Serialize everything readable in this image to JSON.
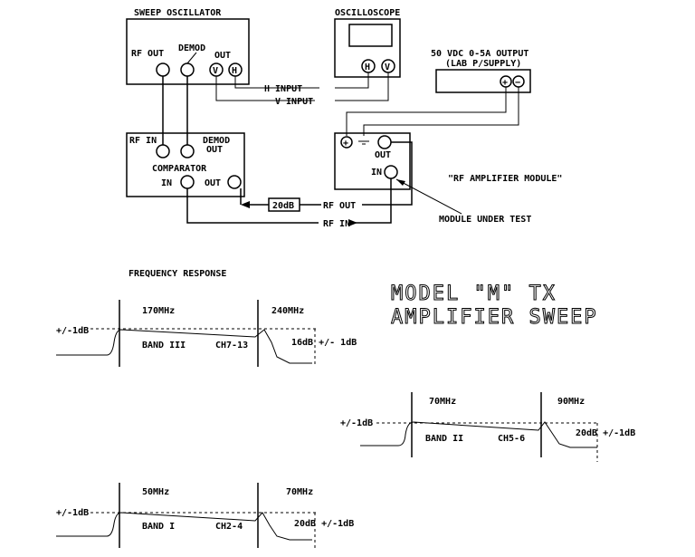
{
  "labels": {
    "sweep_oscillator": "SWEEP OSCILLATOR",
    "rf_out": "RF OUT",
    "demod": "DEMOD",
    "out": "OUT",
    "v": "V",
    "h": "H",
    "oscilloscope": "OSCILLOSCOPE",
    "h_input": "H INPUT",
    "v_input": "V INPUT",
    "psu_title": "50 VDC 0-5A OUTPUT",
    "psu_sub": "(LAB P/SUPPLY)",
    "plus": "+",
    "minus": "−",
    "rf_in": "RF IN",
    "demod_out_1": "DEMOD",
    "demod_out_2": "OUT",
    "comparator": "COMPARATOR",
    "in": "IN",
    "comp_out": "OUT",
    "attenuator": "20dB",
    "rf_out_line": "RF OUT",
    "rf_in_line": "RF IN",
    "module_out": "OUT",
    "module_in": "IN",
    "rf_amp_module": "\"RF AMPLIFIER MODULE\"",
    "module_under_test": "MODULE UNDER TEST",
    "frequency_response": "FREQUENCY RESPONSE",
    "title_line1": "MODEL \"M\" TX",
    "title_line2": "AMPLIFIER SWEEP"
  },
  "sweeps": [
    {
      "f_low": "170MHz",
      "f_high": "240MHz",
      "ref": "+/-1dB",
      "band": "BAND III",
      "channels": "CH7-13",
      "spec": "16dB +/- 1dB"
    },
    {
      "f_low": "70MHz",
      "f_high": "90MHz",
      "ref": "+/-1dB",
      "band": "BAND II",
      "channels": "CH5-6",
      "spec": "20dB +/-1dB"
    },
    {
      "f_low": "50MHz",
      "f_high": "70MHz",
      "ref": "+/-1dB",
      "band": "BAND I",
      "channels": "CH2-4",
      "spec": "20dB +/-1dB"
    }
  ]
}
